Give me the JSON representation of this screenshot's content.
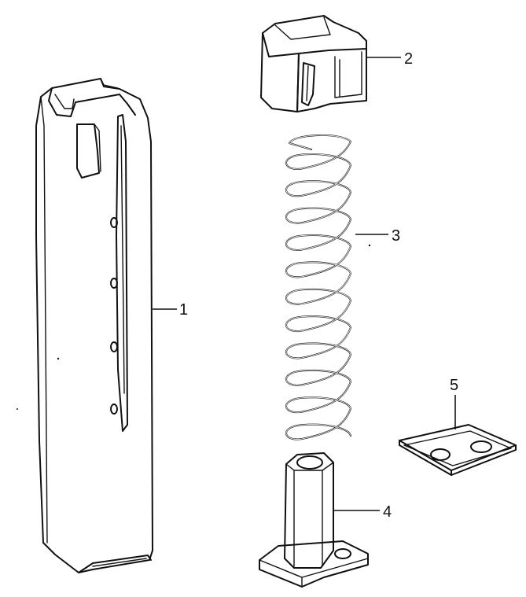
{
  "figure": {
    "background": "#ffffff",
    "ink_color": "#111111"
  },
  "callouts": [
    {
      "id": "1",
      "label": "1"
    },
    {
      "id": "2",
      "label": "2"
    },
    {
      "id": "3",
      "label": "3"
    },
    {
      "id": "4",
      "label": "4"
    },
    {
      "id": "5",
      "label": "5"
    }
  ]
}
